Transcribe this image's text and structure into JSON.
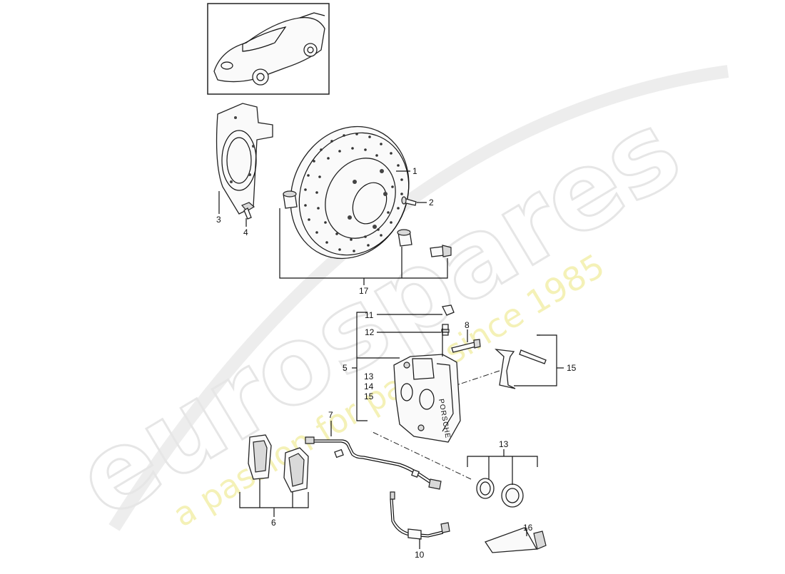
{
  "watermark": {
    "brand": "eurospares",
    "tagline": "a passion for parts since 1985"
  },
  "caliper_marking": "PORSCHE",
  "callouts": {
    "c1": "1",
    "c2": "2",
    "c3": "3",
    "c4": "4",
    "c5": "5",
    "c6": "6",
    "c7": "7",
    "c8": "8",
    "c10": "10",
    "c11": "11",
    "c12": "12",
    "c13a": "13",
    "c14": "14",
    "c15a": "15",
    "c13b": "13",
    "c15b": "15",
    "c16": "16",
    "c17": "17"
  },
  "icons": {
    "car": "car-thumbnail-icon",
    "disc": "brake-disc-icon",
    "caliper": "brake-caliper-icon"
  }
}
